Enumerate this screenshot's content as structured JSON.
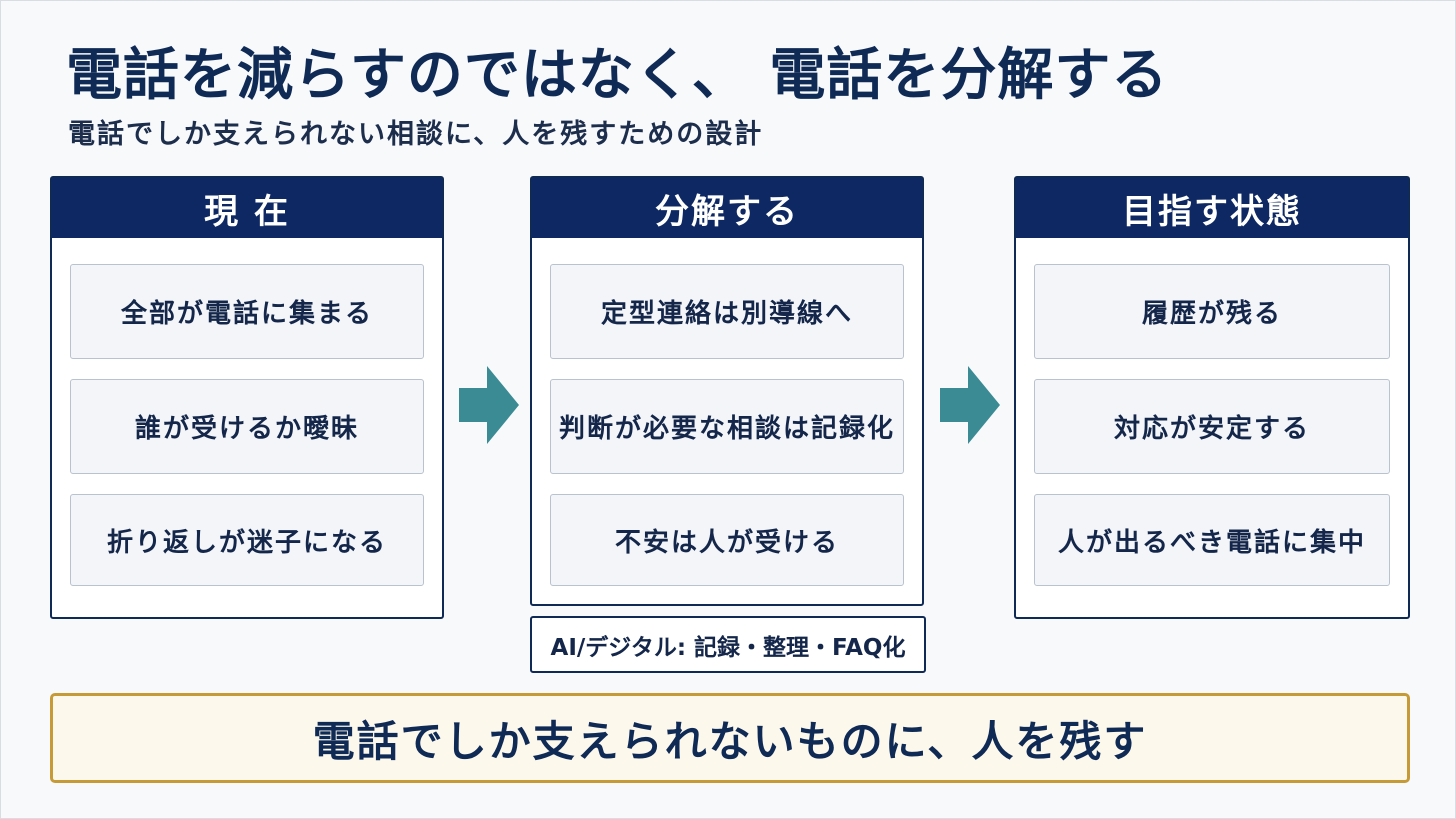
{
  "title": "電話を減らすのではなく、 電話を分解する",
  "subtitle": "電話でしか支えられない相談に、人を残すための設計",
  "columns": [
    {
      "header": "現 在",
      "items": [
        "全部が電話に集まる",
        "誰が受けるか曖昧",
        "折り返しが迷子になる"
      ]
    },
    {
      "header": "分解する",
      "items": [
        "定型連絡は別導線へ",
        "判断が必要な相談は記録化",
        "不安は人が受ける"
      ]
    },
    {
      "header": "目指す状態",
      "items": [
        "履歴が残る",
        "対応が安定する",
        "人が出るべき電話に集中"
      ]
    }
  ],
  "note": "AI/デジタル: 記録・整理・FAQ化",
  "banner": "電話でしか支えられないものに、人を残す",
  "colors": {
    "navy": "#0d2862",
    "arrow": "#3a8b94",
    "banner_border": "#c59a37",
    "banner_bg": "#fdf8ec"
  },
  "icons": [
    "right-arrow-icon",
    "right-arrow-icon"
  ]
}
